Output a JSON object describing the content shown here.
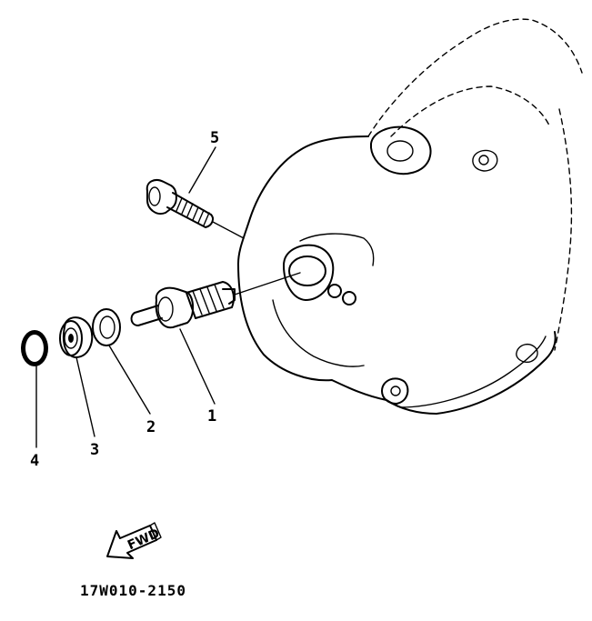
{
  "callouts": {
    "part_1": "1",
    "part_2": "2",
    "part_3": "3",
    "part_4": "4",
    "part_5": "5"
  },
  "direction_arrow_label": "FWD",
  "drawing_code": "17W010-2150"
}
